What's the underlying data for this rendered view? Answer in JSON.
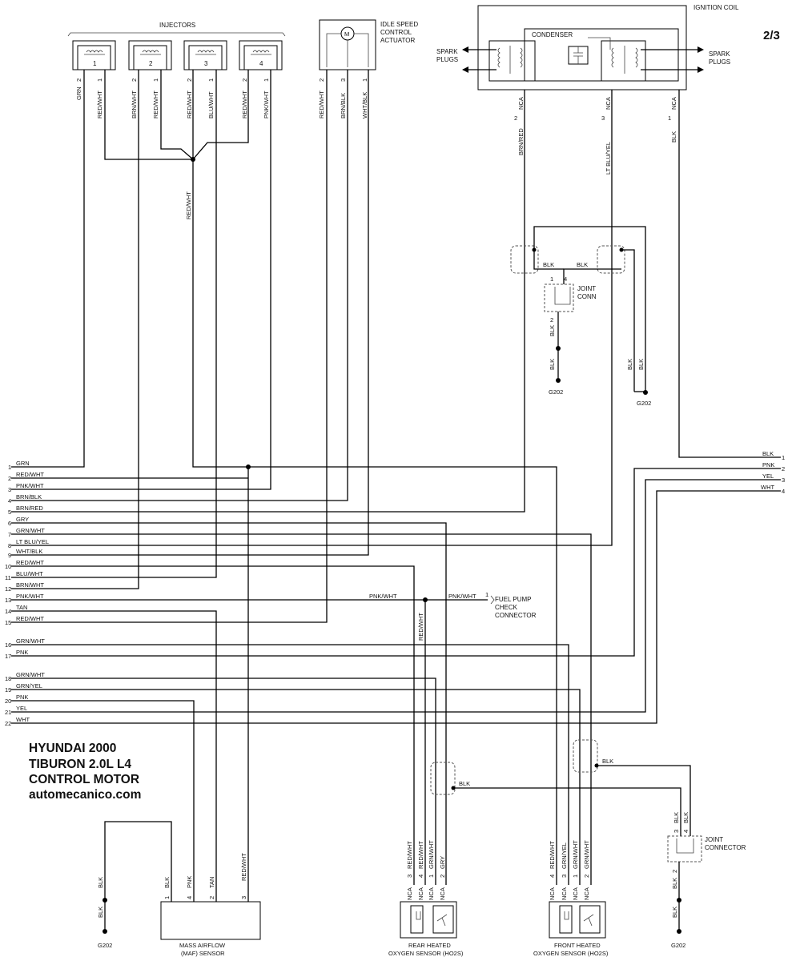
{
  "page_number": "2/3",
  "title_block": {
    "line1": "HYUNDAI 2000",
    "line2": "TIBURON 2.0L L4",
    "line3": "CONTROL MOTOR",
    "line4": "automecanico.com"
  },
  "components": {
    "injectors": "INJECTORS",
    "iac_1": "IDLE SPEED",
    "iac_2": "CONTROL",
    "iac_3": "ACTUATOR",
    "iac_motor": "M",
    "ignition_coil": "IGNITION COIL",
    "condenser": "CONDENSER",
    "spark_plugs_1": "SPARK",
    "spark_plugs_2": "PLUGS",
    "joint_conn_1": "JOINT",
    "joint_conn_2": "CONN",
    "joint_connector_1": "JOINT",
    "joint_connector_2": "CONNECTOR",
    "fuel_pump_1": "FUEL PUMP",
    "fuel_pump_2": "CHECK",
    "fuel_pump_3": "CONNECTOR",
    "maf_1": "MASS AIRFLOW",
    "maf_2": "(MAF) SENSOR",
    "rear_o2_1": "REAR HEATED",
    "rear_o2_2": "OXYGEN SENSOR (HO2S)",
    "front_o2_1": "FRONT HEATED",
    "front_o2_2": "OXYGEN SENSOR (HO2S)",
    "ground": "G202"
  },
  "injector_numbers": [
    "1",
    "2",
    "3",
    "4"
  ],
  "injector_wires": [
    {
      "pin": "2",
      "color": "GRN"
    },
    {
      "pin": "1",
      "color": "RED/WHT"
    },
    {
      "pin": "2",
      "color": "BRN/WHT"
    },
    {
      "pin": "1",
      "color": "RED/WHT"
    },
    {
      "pin": "2",
      "color": "RED/WHT"
    },
    {
      "pin": "1",
      "color": "BLU/WHT"
    },
    {
      "pin": "2",
      "color": "RED/WHT"
    },
    {
      "pin": "1",
      "color": "PNK/WHT"
    }
  ],
  "iac_wires": [
    {
      "pin": "2",
      "color": "RED/WHT"
    },
    {
      "pin": "3",
      "color": "BRN/BLK"
    },
    {
      "pin": "1",
      "color": "WHT/BLK"
    }
  ],
  "splice_label": "RED/WHT",
  "coil_wires": [
    {
      "pin": "2",
      "nca": "NCA",
      "color": "BRN/RED"
    },
    {
      "pin": "3",
      "nca": "NCA",
      "color": "LT BLU/YEL"
    },
    {
      "pin": "1",
      "nca": "NCA",
      "color": "BLK"
    }
  ],
  "ground_wires": {
    "blk": "BLK",
    "jc_pin1": "1",
    "jc_pin4": "4",
    "jc_pin2": "2"
  },
  "left_connector": [
    {
      "num": "1",
      "color": "GRN"
    },
    {
      "num": "2",
      "color": "RED/WHT"
    },
    {
      "num": "3",
      "color": "PNK/WHT"
    },
    {
      "num": "4",
      "color": "BRN/BLK"
    },
    {
      "num": "5",
      "color": "BRN/RED"
    },
    {
      "num": "6",
      "color": "GRY"
    },
    {
      "num": "7",
      "color": "GRN/WHT"
    },
    {
      "num": "8",
      "color": "LT BLU/YEL"
    },
    {
      "num": "9",
      "color": "WHT/BLK"
    },
    {
      "num": "10",
      "color": "RED/WHT"
    },
    {
      "num": "11",
      "color": "BLU/WHT"
    },
    {
      "num": "12",
      "color": "BRN/WHT"
    },
    {
      "num": "13",
      "color": "PNK/WHT"
    },
    {
      "num": "14",
      "color": "TAN"
    },
    {
      "num": "15",
      "color": "RED/WHT"
    },
    {
      "num": "16",
      "color": "GRN/WHT"
    },
    {
      "num": "17",
      "color": "PNK"
    },
    {
      "num": "18",
      "color": "GRN/WHT"
    },
    {
      "num": "19",
      "color": "GRN/YEL"
    },
    {
      "num": "20",
      "color": "PNK"
    },
    {
      "num": "21",
      "color": "YEL"
    },
    {
      "num": "22",
      "color": "WHT"
    }
  ],
  "right_connector": [
    {
      "num": "1",
      "color": "BLK"
    },
    {
      "num": "2",
      "color": "PNK"
    },
    {
      "num": "3",
      "color": "YEL"
    },
    {
      "num": "4",
      "color": "WHT"
    }
  ],
  "fuel_pump_wire": {
    "left": "PNK/WHT",
    "right": "PNK/WHT",
    "pin": "1",
    "vertical": "RED/WHT"
  },
  "maf_wires": [
    {
      "pin": "1",
      "color": "BLK"
    },
    {
      "pin": "4",
      "color": "PNK"
    },
    {
      "pin": "2",
      "color": "TAN"
    },
    {
      "pin": "3",
      "color": "RED/WHT"
    }
  ],
  "maf_ground": {
    "upper": "BLK",
    "lower": "BLK"
  },
  "rear_o2_wires": [
    {
      "pin": "3",
      "nca": "NCA",
      "color": "RED/WHT"
    },
    {
      "pin": "4",
      "nca": "NCA",
      "color": "RED/WHT"
    },
    {
      "pin": "1",
      "nca": "NCA",
      "color": "GRN/WHT"
    },
    {
      "pin": "2",
      "nca": "NCA",
      "color": "GRY"
    }
  ],
  "front_o2_wires": [
    {
      "pin": "4",
      "nca": "NCA",
      "color": "RED/WHT"
    },
    {
      "pin": "3",
      "nca": "NCA",
      "color": "GRN/YEL"
    },
    {
      "pin": "1",
      "nca": "NCA",
      "color": "GRN/WHT"
    },
    {
      "pin": "2",
      "nca": "NCA",
      "color": "GRN/WHT"
    }
  ],
  "shield_blk": "BLK",
  "joint_connector_pins": {
    "p3": "3",
    "p4": "4",
    "p2": "2"
  }
}
